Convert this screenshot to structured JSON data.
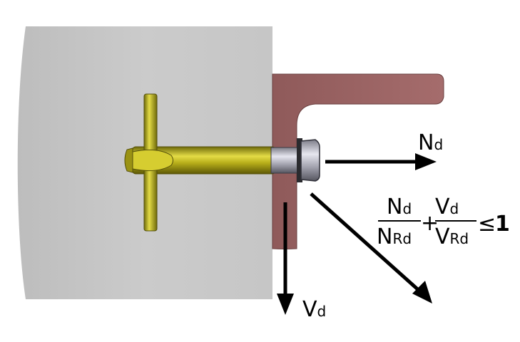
{
  "labels": {
    "axial_force": {
      "main": "N",
      "sub": "d"
    },
    "shear_force": {
      "main": "V",
      "sub": "d"
    },
    "interaction": {
      "term1_num": {
        "main": "N",
        "sub": "d"
      },
      "term1_den": {
        "main": "N",
        "sub": "Rd"
      },
      "plus": "+",
      "term2_num": {
        "main": "V",
        "sub": "d"
      },
      "term2_den": {
        "main": "V",
        "sub": "Rd"
      },
      "relation": "≤",
      "limit": "1"
    }
  },
  "colors": {
    "concrete": "#c9c9c9",
    "bracket": "#9c6464",
    "anchor": "#b9b01a",
    "nut": "#a9a9b3",
    "arrow": "#000000"
  }
}
